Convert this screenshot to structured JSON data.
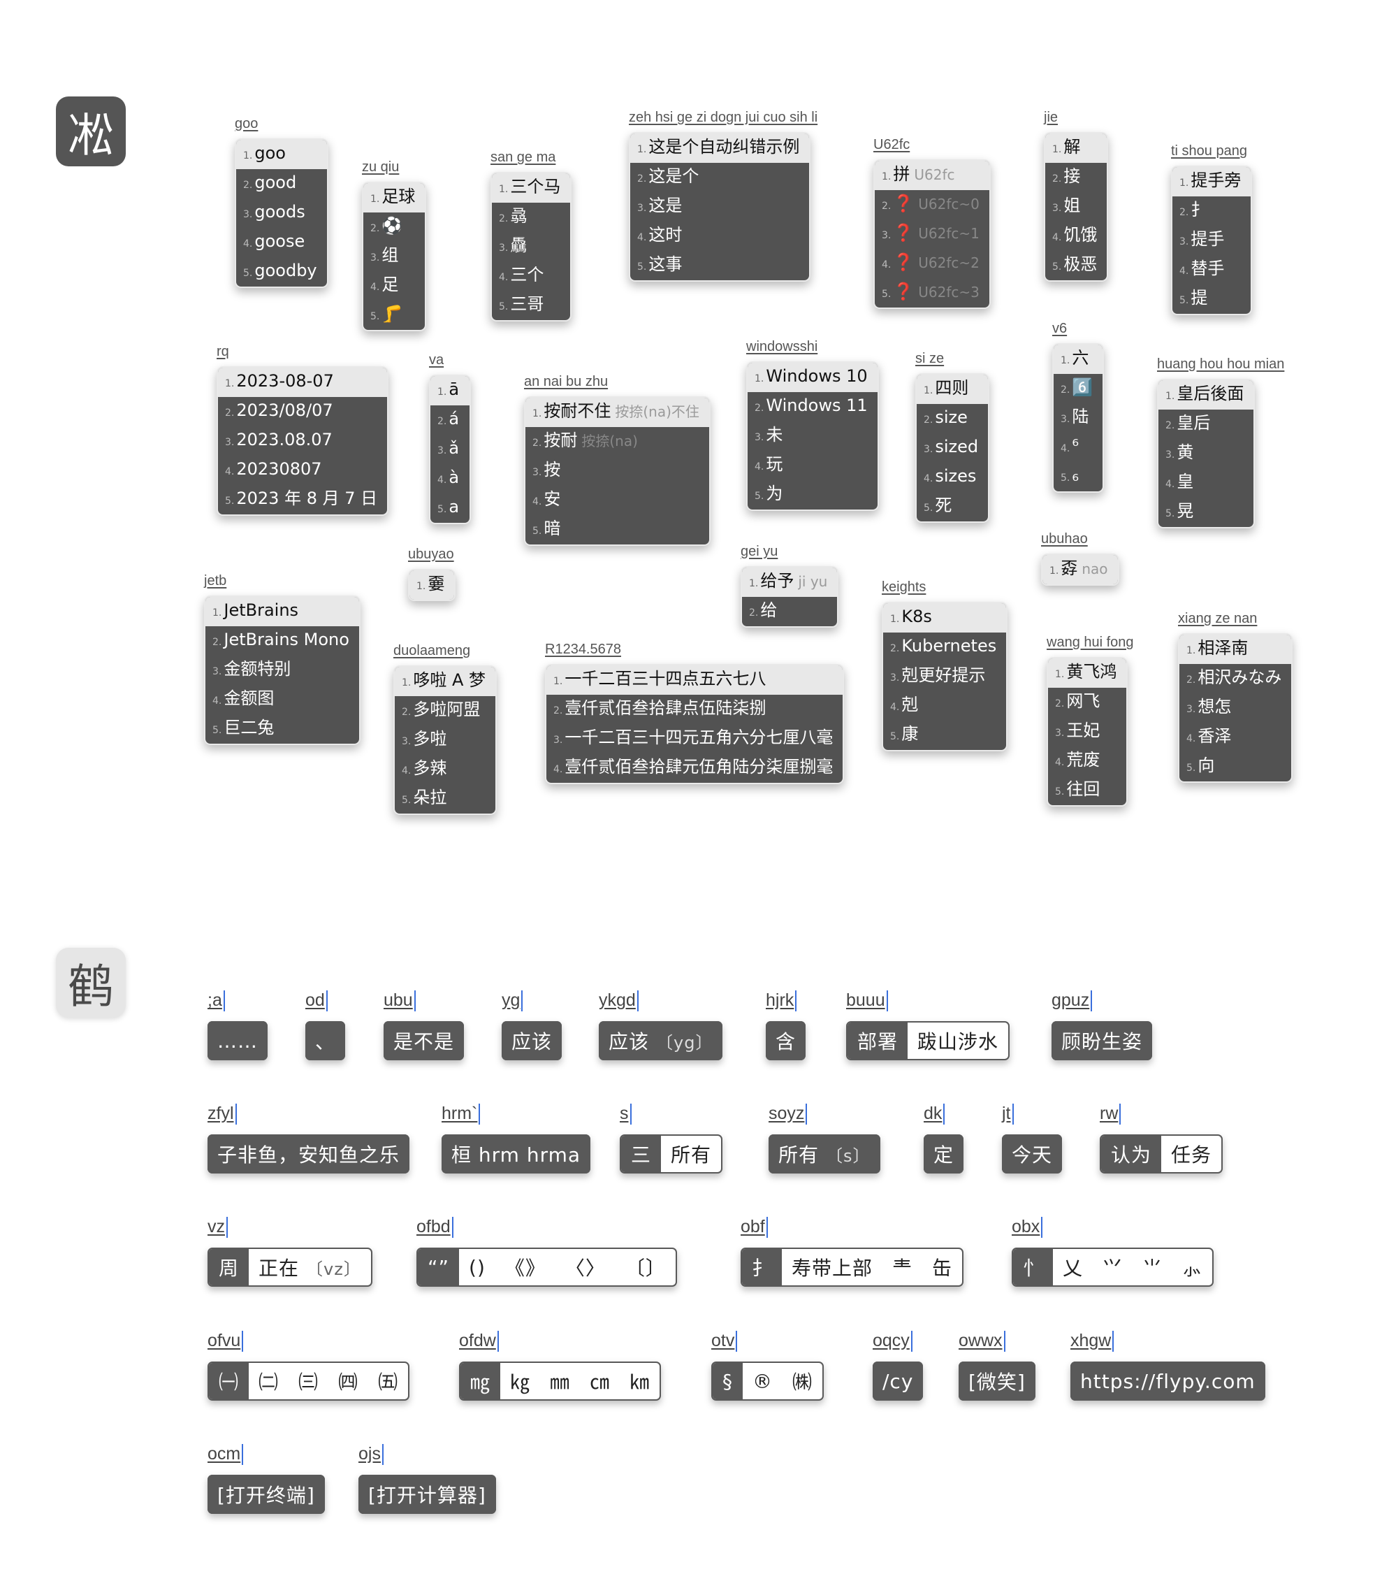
{
  "logos": {
    "top": "凇",
    "bottom": "鹤"
  },
  "panels": [
    {
      "code": "goo",
      "cands": [
        {
          "t": "goo"
        },
        {
          "t": "good"
        },
        {
          "t": "goods"
        },
        {
          "t": "goose"
        },
        {
          "t": "goodby"
        }
      ]
    },
    {
      "code": "zu qiu",
      "cands": [
        {
          "t": "足球"
        },
        {
          "t": "⚽"
        },
        {
          "t": "组"
        },
        {
          "t": "足"
        },
        {
          "t": "🦵"
        }
      ]
    },
    {
      "code": "san ge ma",
      "cands": [
        {
          "t": "三个马"
        },
        {
          "t": "骉"
        },
        {
          "t": "驫"
        },
        {
          "t": "三个"
        },
        {
          "t": "三哥"
        }
      ]
    },
    {
      "code": "zeh hsi ge zi dogn jui cuo sih li",
      "cands": [
        {
          "t": "这是个自动纠错示例"
        },
        {
          "t": "这是个"
        },
        {
          "t": "这是"
        },
        {
          "t": "这时"
        },
        {
          "t": "这事"
        }
      ]
    },
    {
      "code": "U62fc",
      "cands": [
        {
          "t": "拼",
          "c": "U62fc"
        },
        {
          "t": "❓",
          "c": "U62fc~0"
        },
        {
          "t": "❓",
          "c": "U62fc~1"
        },
        {
          "t": "❓",
          "c": "U62fc~2"
        },
        {
          "t": "❓",
          "c": "U62fc~3"
        }
      ]
    },
    {
      "code": "jie",
      "cands": [
        {
          "t": "解"
        },
        {
          "t": "接"
        },
        {
          "t": "姐"
        },
        {
          "t": "饥饿"
        },
        {
          "t": "极恶"
        }
      ]
    },
    {
      "code": "ti shou pang",
      "cands": [
        {
          "t": "提手旁"
        },
        {
          "t": "扌"
        },
        {
          "t": "提手"
        },
        {
          "t": "替手"
        },
        {
          "t": "提"
        }
      ]
    },
    {
      "code": "rq",
      "cands": [
        {
          "t": "2023-08-07"
        },
        {
          "t": "2023/08/07"
        },
        {
          "t": "2023.08.07"
        },
        {
          "t": "20230807"
        },
        {
          "t": "2023 年 8 月 7 日"
        }
      ]
    },
    {
      "code": "va",
      "cands": [
        {
          "t": "ā"
        },
        {
          "t": "á"
        },
        {
          "t": "ǎ"
        },
        {
          "t": "à"
        },
        {
          "t": "a"
        }
      ]
    },
    {
      "code": "an nai bu zhu",
      "cands": [
        {
          "t": "按耐不住",
          "c": "按捺(na)不住"
        },
        {
          "t": "按耐",
          "c": "按捺(na)"
        },
        {
          "t": "按"
        },
        {
          "t": "安"
        },
        {
          "t": "暗"
        }
      ]
    },
    {
      "code": "windowsshi",
      "cands": [
        {
          "t": "Windows 10"
        },
        {
          "t": "Windows 11"
        },
        {
          "t": "未"
        },
        {
          "t": "玩"
        },
        {
          "t": "为"
        }
      ]
    },
    {
      "code": "si ze",
      "cands": [
        {
          "t": "四则"
        },
        {
          "t": "size"
        },
        {
          "t": "sized"
        },
        {
          "t": "sizes"
        },
        {
          "t": "死"
        }
      ]
    },
    {
      "code": "v6",
      "cands": [
        {
          "t": "六"
        },
        {
          "t": "6️⃣"
        },
        {
          "t": "陆"
        },
        {
          "t": "⁶"
        },
        {
          "t": "₆"
        }
      ]
    },
    {
      "code": "huang hou hou mian",
      "cands": [
        {
          "t": "皇后後面"
        },
        {
          "t": "皇后"
        },
        {
          "t": "黄"
        },
        {
          "t": "皇"
        },
        {
          "t": "晃"
        }
      ]
    },
    {
      "code": "ubuyao",
      "cands": [
        {
          "t": "嫑"
        }
      ]
    },
    {
      "code": "gei yu",
      "cands": [
        {
          "t": "给予",
          "c": "ji yu"
        },
        {
          "t": "给"
        }
      ]
    },
    {
      "code": "ubuhao",
      "cands": [
        {
          "t": "孬",
          "c": "nao"
        }
      ]
    },
    {
      "code": "jetb",
      "cands": [
        {
          "t": "JetBrains"
        },
        {
          "t": "JetBrains Mono"
        },
        {
          "t": "金额特别"
        },
        {
          "t": "金额图"
        },
        {
          "t": "巨二兔"
        }
      ]
    },
    {
      "code": "duolaameng",
      "cands": [
        {
          "t": "哆啦 A 梦"
        },
        {
          "t": "多啦阿盟"
        },
        {
          "t": "多啦"
        },
        {
          "t": "多辣"
        },
        {
          "t": "朵拉"
        }
      ]
    },
    {
      "code": "R1234.5678",
      "cands": [
        {
          "t": "一千二百三十四点五六七八"
        },
        {
          "t": "壹仟贰佰叁拾肆点伍陆柒捌"
        },
        {
          "t": "一千二百三十四元五角六分七厘八毫"
        },
        {
          "t": "壹仟贰佰叁拾肆元伍角陆分柒厘捌毫"
        }
      ]
    },
    {
      "code": "keights",
      "cands": [
        {
          "t": "K8s"
        },
        {
          "t": "Kubernetes"
        },
        {
          "t": "剋更好提示"
        },
        {
          "t": "剋"
        },
        {
          "t": "康"
        }
      ]
    },
    {
      "code": "wang hui fong",
      "cands": [
        {
          "t": "黄飞鸿"
        },
        {
          "t": "网飞"
        },
        {
          "t": "王妃"
        },
        {
          "t": "荒废"
        },
        {
          "t": "往回"
        }
      ]
    },
    {
      "code": "xiang ze nan",
      "cands": [
        {
          "t": "相泽南"
        },
        {
          "t": "相沢みなみ"
        },
        {
          "t": "想怎"
        },
        {
          "t": "香泽"
        },
        {
          "t": "向"
        }
      ]
    }
  ],
  "hbars": [
    {
      "code": ";a",
      "cands": [
        {
          "t": "……"
        }
      ]
    },
    {
      "code": "od",
      "cands": [
        {
          "t": "、"
        }
      ]
    },
    {
      "code": "ubu",
      "cands": [
        {
          "t": "是不是"
        }
      ]
    },
    {
      "code": "yg",
      "cands": [
        {
          "t": "应该"
        }
      ]
    },
    {
      "code": "ykgd",
      "cands": [
        {
          "t": "应该",
          "c": "〔yg〕"
        }
      ]
    },
    {
      "code": "hjrk",
      "cands": [
        {
          "t": "含"
        }
      ]
    },
    {
      "code": "buuu",
      "cands": [
        {
          "t": "部署"
        },
        {
          "t": "跋山涉水"
        }
      ]
    },
    {
      "code": "gpuz",
      "cands": [
        {
          "t": "顾盼生姿"
        }
      ]
    },
    {
      "code": "zfyl",
      "cands": [
        {
          "t": "子非鱼，安知鱼之乐"
        }
      ]
    },
    {
      "code": "hrm`",
      "cands": [
        {
          "t": "桓 hrm hrma"
        }
      ]
    },
    {
      "code": "s",
      "cands": [
        {
          "t": "三"
        },
        {
          "t": "所有"
        }
      ]
    },
    {
      "code": "soyz",
      "cands": [
        {
          "t": "所有",
          "c": "〔s〕"
        }
      ]
    },
    {
      "code": "dk",
      "cands": [
        {
          "t": "定"
        }
      ]
    },
    {
      "code": "jt",
      "cands": [
        {
          "t": "今天"
        }
      ]
    },
    {
      "code": "rw",
      "cands": [
        {
          "t": "认为"
        },
        {
          "t": "任务"
        }
      ]
    },
    {
      "code": "vz",
      "cands": [
        {
          "t": "周"
        },
        {
          "t": "正在",
          "c": "〔vz〕"
        }
      ]
    },
    {
      "code": "ofbd",
      "cands": [
        {
          "t": "“”"
        },
        {
          "t": "()"
        },
        {
          "t": "《》"
        },
        {
          "t": "〈〉"
        },
        {
          "t": "〔〕"
        }
      ]
    },
    {
      "code": "obf",
      "cands": [
        {
          "t": "扌"
        },
        {
          "t": "寿带上部"
        },
        {
          "t": "龶"
        },
        {
          "t": "缶"
        }
      ]
    },
    {
      "code": "obx",
      "cands": [
        {
          "t": "忄"
        },
        {
          "t": "乂"
        },
        {
          "t": "⺍"
        },
        {
          "t": "⺌"
        },
        {
          "t": "⺗"
        }
      ]
    },
    {
      "code": "ofvu",
      "cands": [
        {
          "t": "㈠"
        },
        {
          "t": "㈡"
        },
        {
          "t": "㈢"
        },
        {
          "t": "㈣"
        },
        {
          "t": "㈤"
        }
      ]
    },
    {
      "code": "ofdw",
      "cands": [
        {
          "t": "㎎"
        },
        {
          "t": "㎏"
        },
        {
          "t": "㎜"
        },
        {
          "t": "㎝"
        },
        {
          "t": "㎞"
        }
      ]
    },
    {
      "code": "otv",
      "cands": [
        {
          "t": "§"
        },
        {
          "t": "®"
        },
        {
          "t": "㈱"
        }
      ]
    },
    {
      "code": "oqcy",
      "cands": [
        {
          "t": "/cy"
        }
      ]
    },
    {
      "code": "owwx",
      "cands": [
        {
          "t": "[微笑]"
        }
      ]
    },
    {
      "code": "xhgw",
      "cands": [
        {
          "t": "https://flypy.com"
        }
      ]
    },
    {
      "code": "ocm",
      "cands": [
        {
          "t": "[打开终端]"
        }
      ]
    },
    {
      "code": "ojs",
      "cands": [
        {
          "t": "[打开计算器]"
        }
      ]
    }
  ]
}
